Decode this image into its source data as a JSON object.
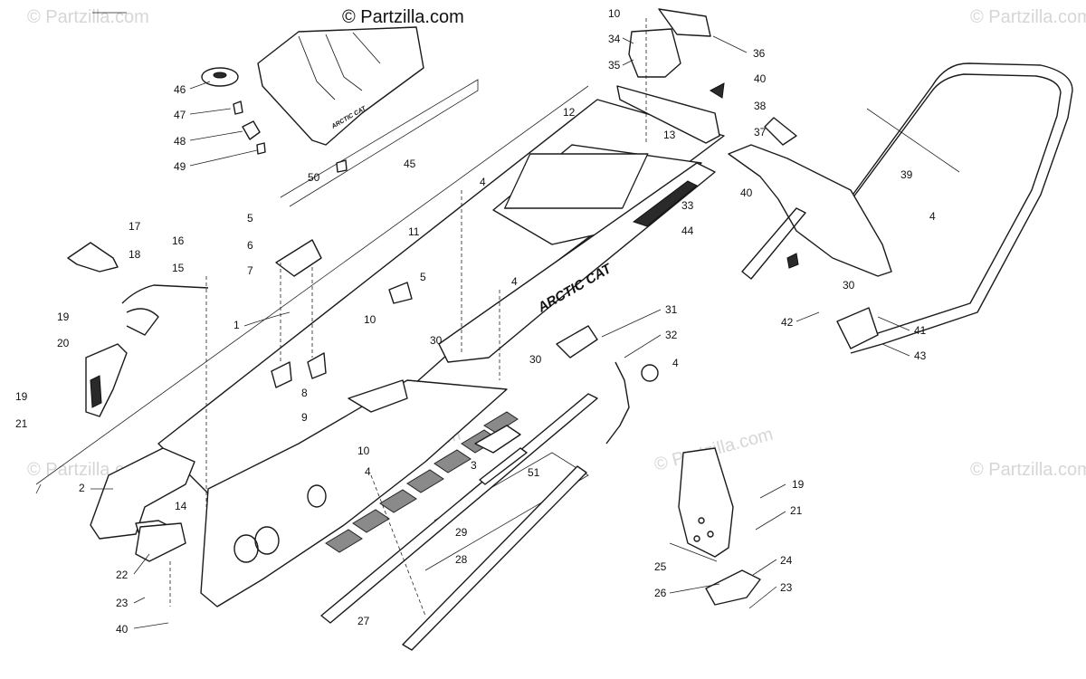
{
  "watermarks": {
    "top_center": "© Partzilla.com",
    "top_left": "© Partzilla.com",
    "top_right": "© Partzilla.com",
    "mid_center": "© Partzilla.com",
    "mid_right": "© Partzilla.com",
    "right_edge": "© Partzilla.com",
    "left_edge": "© Partzilla.com"
  },
  "decals": {
    "side_brand": "ARCTIC CAT",
    "seat_brand": "ARCTIC CAT"
  },
  "callouts": [
    {
      "id": "c-1",
      "label": "1"
    },
    {
      "id": "c-2",
      "label": "2"
    },
    {
      "id": "c-3",
      "label": "3"
    },
    {
      "id": "c-4a",
      "label": "4"
    },
    {
      "id": "c-4b",
      "label": "4"
    },
    {
      "id": "c-4c",
      "label": "4"
    },
    {
      "id": "c-4d",
      "label": "4"
    },
    {
      "id": "c-4e",
      "label": "4"
    },
    {
      "id": "c-5a",
      "label": "5"
    },
    {
      "id": "c-5b",
      "label": "5"
    },
    {
      "id": "c-6",
      "label": "6"
    },
    {
      "id": "c-7",
      "label": "7"
    },
    {
      "id": "c-8",
      "label": "8"
    },
    {
      "id": "c-9",
      "label": "9"
    },
    {
      "id": "c-10a",
      "label": "10"
    },
    {
      "id": "c-10b",
      "label": "10"
    },
    {
      "id": "c-10c",
      "label": "10"
    },
    {
      "id": "c-11",
      "label": "11"
    },
    {
      "id": "c-12",
      "label": "12"
    },
    {
      "id": "c-13",
      "label": "13"
    },
    {
      "id": "c-14",
      "label": "14"
    },
    {
      "id": "c-15",
      "label": "15"
    },
    {
      "id": "c-16",
      "label": "16"
    },
    {
      "id": "c-17",
      "label": "17"
    },
    {
      "id": "c-18",
      "label": "18"
    },
    {
      "id": "c-19a",
      "label": "19"
    },
    {
      "id": "c-19b",
      "label": "19"
    },
    {
      "id": "c-19c",
      "label": "19"
    },
    {
      "id": "c-20",
      "label": "20"
    },
    {
      "id": "c-21a",
      "label": "21"
    },
    {
      "id": "c-21b",
      "label": "21"
    },
    {
      "id": "c-22",
      "label": "22"
    },
    {
      "id": "c-23a",
      "label": "23"
    },
    {
      "id": "c-23b",
      "label": "23"
    },
    {
      "id": "c-24",
      "label": "24"
    },
    {
      "id": "c-25",
      "label": "25"
    },
    {
      "id": "c-26",
      "label": "26"
    },
    {
      "id": "c-27",
      "label": "27"
    },
    {
      "id": "c-28",
      "label": "28"
    },
    {
      "id": "c-29",
      "label": "29"
    },
    {
      "id": "c-30a",
      "label": "30"
    },
    {
      "id": "c-30b",
      "label": "30"
    },
    {
      "id": "c-30c",
      "label": "30"
    },
    {
      "id": "c-31",
      "label": "31"
    },
    {
      "id": "c-32",
      "label": "32"
    },
    {
      "id": "c-33",
      "label": "33"
    },
    {
      "id": "c-34",
      "label": "34"
    },
    {
      "id": "c-35",
      "label": "35"
    },
    {
      "id": "c-36",
      "label": "36"
    },
    {
      "id": "c-37",
      "label": "37"
    },
    {
      "id": "c-38",
      "label": "38"
    },
    {
      "id": "c-39",
      "label": "39"
    },
    {
      "id": "c-40a",
      "label": "40"
    },
    {
      "id": "c-40b",
      "label": "40"
    },
    {
      "id": "c-40c",
      "label": "40"
    },
    {
      "id": "c-41",
      "label": "41"
    },
    {
      "id": "c-42",
      "label": "42"
    },
    {
      "id": "c-43",
      "label": "43"
    },
    {
      "id": "c-44",
      "label": "44"
    },
    {
      "id": "c-45",
      "label": "45"
    },
    {
      "id": "c-46",
      "label": "46"
    },
    {
      "id": "c-47",
      "label": "47"
    },
    {
      "id": "c-48",
      "label": "48"
    },
    {
      "id": "c-49",
      "label": "49"
    },
    {
      "id": "c-50",
      "label": "50"
    },
    {
      "id": "c-51",
      "label": "51"
    }
  ]
}
